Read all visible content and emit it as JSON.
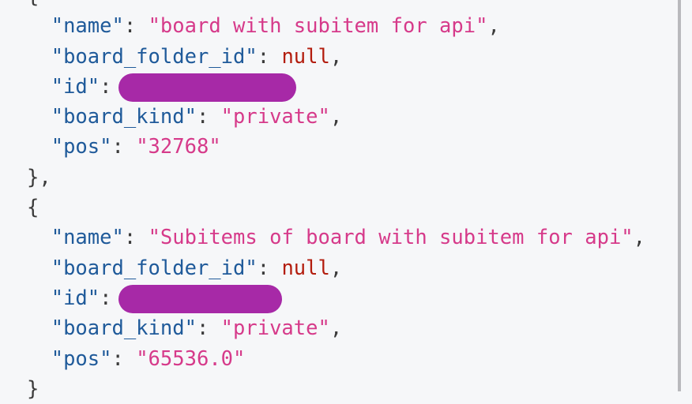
{
  "objects": [
    {
      "name": "\"board with subitem for api\"",
      "board_folder_id": "null",
      "board_kind": "\"private\"",
      "pos": "\"32768\""
    },
    {
      "name": "\"Subitems of board with subitem for api\"",
      "board_folder_id": "null",
      "board_kind": "\"private\"",
      "pos": "\"65536.0\""
    }
  ],
  "keys": {
    "name": "\"name\"",
    "board_folder_id": "\"board_folder_id\"",
    "id": "\"id\"",
    "board_kind": "\"board_kind\"",
    "pos": "\"pos\""
  },
  "punct": {
    "open": "{",
    "close": "}",
    "close_comma": "},",
    "colon": ": ",
    "comma": ","
  },
  "colors": {
    "key": "#1f5a9a",
    "string": "#d63a8a",
    "null": "#b31d0e",
    "redaction": "#a729a7",
    "background": "#f6f7f9"
  }
}
